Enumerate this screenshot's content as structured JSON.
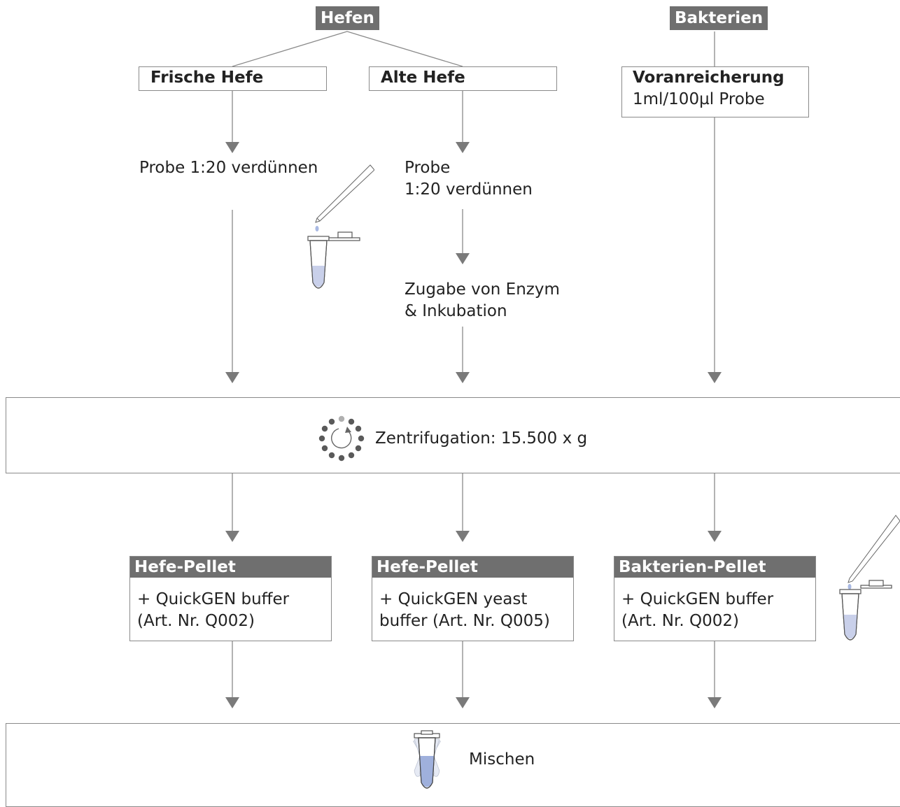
{
  "sources": {
    "yeast": "Hefen",
    "bacteria": "Bakterien"
  },
  "yeast_branches": {
    "fresh": "Frische Hefe",
    "old": "Alte Hefe"
  },
  "enrichment": {
    "title": "Voranreicherung",
    "detail": "1ml/100µl Probe"
  },
  "steps": {
    "fresh_dilute": "Probe 1:20 verdünnen",
    "old_dilute_line1": "Probe",
    "old_dilute_line2": "1:20 verdünnen",
    "enzyme_line1": "Zugabe von Enzym",
    "enzyme_line2": "& Inkubation"
  },
  "centrifugation": "Zentrifugation: 15.500 x g",
  "pellets": [
    {
      "title": "Hefe-Pellet",
      "line1": "+ QuickGEN buffer",
      "line2": "(Art. Nr. Q002)"
    },
    {
      "title": "Hefe-Pellet",
      "line1": "+ QuickGEN yeast",
      "line2": "buffer (Art. Nr. Q005)"
    },
    {
      "title": "Bakterien-Pellet",
      "line1": "+ QuickGEN buffer",
      "line2": "(Art. Nr. Q002)"
    }
  ],
  "mixing": "Mischen",
  "colors": {
    "header_fill": "#6f6f6f",
    "line": "#8a8a8a",
    "arrow": "#7a7a7a",
    "liquid": "#c9d0ea"
  }
}
